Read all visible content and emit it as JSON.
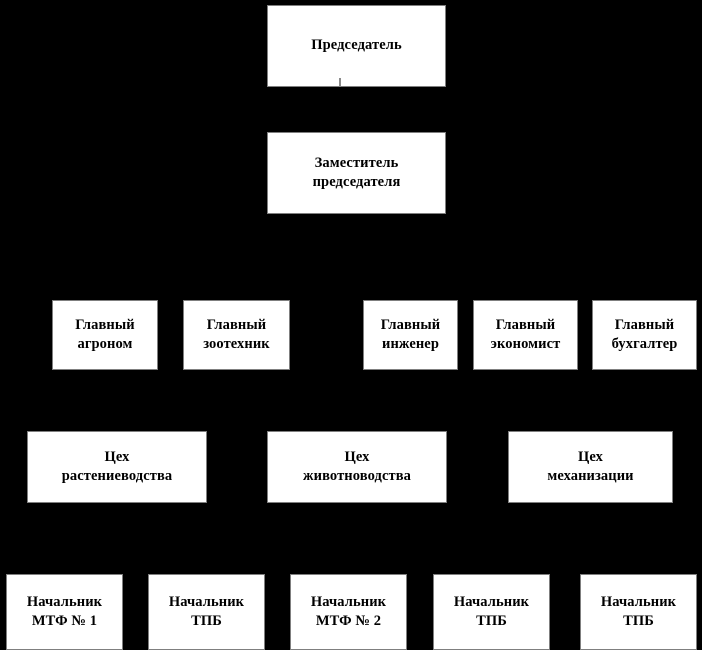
{
  "chart_data": {
    "type": "diagram",
    "title": "",
    "diagram_kind": "organizational-hierarchy",
    "background_color": "#000000",
    "node_fill_color": "#ffffff",
    "node_border_color": "#7f7f7f",
    "text_color": "#000000",
    "levels": [
      {
        "level": 1,
        "nodes": [
          {
            "id": "chairman",
            "label": "Председатель"
          }
        ]
      },
      {
        "level": 2,
        "nodes": [
          {
            "id": "deputy-chairman",
            "label": "Заместитель\nпредседателя"
          }
        ]
      },
      {
        "level": 3,
        "nodes": [
          {
            "id": "chief-agronomist",
            "label": "Главный\nагроном"
          },
          {
            "id": "chief-livestock-specialist",
            "label": "Главный\nзоотехник"
          },
          {
            "id": "chief-engineer",
            "label": "Главный\nинженер"
          },
          {
            "id": "chief-economist",
            "label": "Главный\nэкономист"
          },
          {
            "id": "chief-accountant",
            "label": "Главный\nбухгалтер"
          }
        ]
      },
      {
        "level": 4,
        "nodes": [
          {
            "id": "crop-production-shop",
            "label": "Цех\nрастениеводства"
          },
          {
            "id": "livestock-shop",
            "label": "Цех\nживотноводства"
          },
          {
            "id": "mechanization-shop",
            "label": "Цех\nмеханизации"
          }
        ]
      },
      {
        "level": 5,
        "nodes": [
          {
            "id": "head-mtf-1",
            "label": "Начальник\nМТФ № 1"
          },
          {
            "id": "head-tpb-1",
            "label": "Начальник\nТПБ"
          },
          {
            "id": "head-mtf-2",
            "label": "Начальник\nМТФ № 2"
          },
          {
            "id": "head-tpb-2",
            "label": "Начальник\nТПБ"
          },
          {
            "id": "head-tpb-3",
            "label": "Начальник\nТПБ"
          }
        ]
      }
    ]
  }
}
